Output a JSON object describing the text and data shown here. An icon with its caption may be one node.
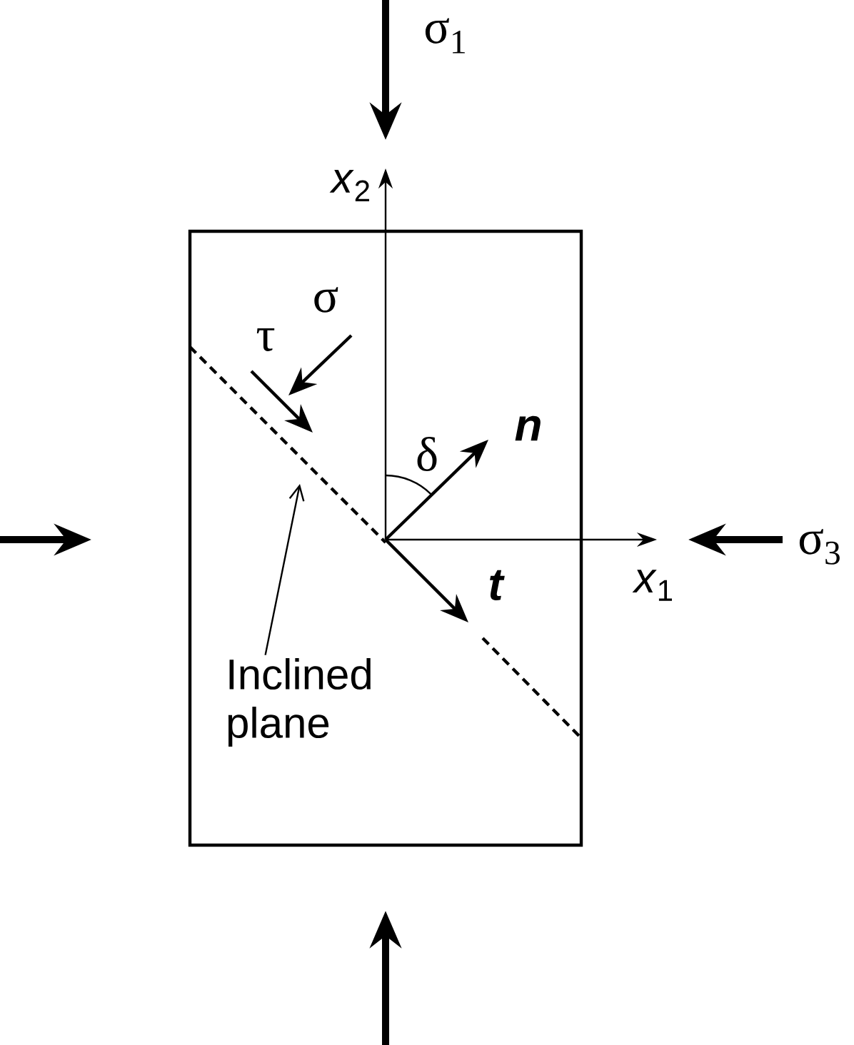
{
  "diagram": {
    "nodes": [
      {
        "text": [
          "Inclined plane"
        ]
      },
      {
        "text": [],
        "shape": "line"
      }
    ],
    "edges": [
      {
        "from": 0,
        "to": 1,
        "arrow": "to"
      }
    ],
    "labels": [
      "σ$_{1}$",
      "*x*$_{2}$",
      "τ",
      "σ",
      "δ",
      "n",
      "t",
      "*x*$_{1}$",
      "σ$_{3}$"
    ]
  }
}
